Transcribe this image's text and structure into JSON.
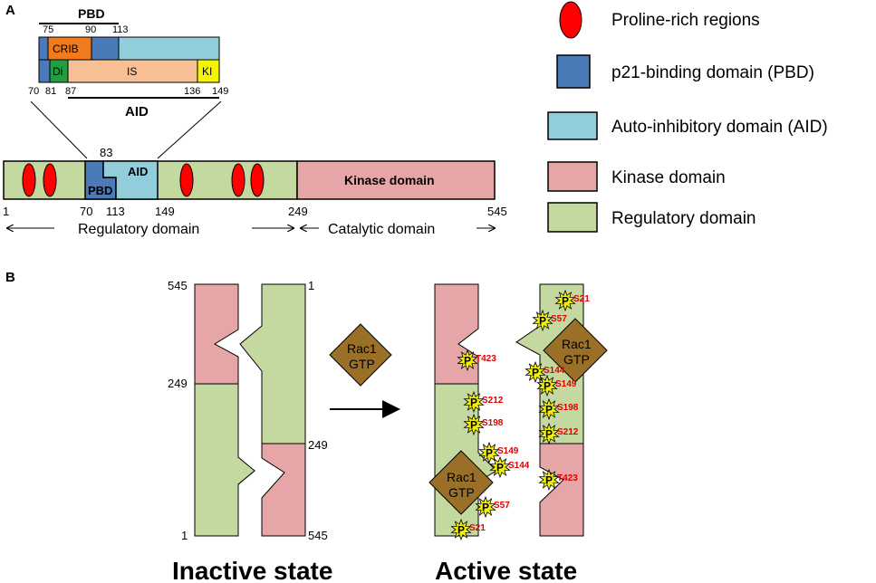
{
  "panels": {
    "a": "A",
    "b": "B"
  },
  "colors": {
    "proline": "#ff0000",
    "pbd": "#4a7ab8",
    "aid": "#92cddc",
    "kinase": "#e6a5a7",
    "regulatory": "#c4d9a0",
    "crib": "#f07a1c",
    "di": "#1f9f3f",
    "is": "#f9bf94",
    "ki": "#f5f500",
    "rac1": "#9a7028",
    "phospho": "#f2f200"
  },
  "detail": {
    "pbd_label": "PBD",
    "aid_label": "AID",
    "crib": "CRIB",
    "di": "Di",
    "is": "IS",
    "ki": "KI",
    "top_nums": [
      "75",
      "90",
      "113"
    ],
    "bottom_nums": [
      "70",
      "81",
      "87",
      "136",
      "149"
    ]
  },
  "bar": {
    "pbd": "PBD",
    "aid": "AID",
    "kinase": "Kinase domain",
    "num_83": "83",
    "nums": [
      "1",
      "70",
      "113",
      "149",
      "249",
      "545"
    ],
    "regulatory_domain": "Regulatory domain",
    "catalytic_domain": "Catalytic domain"
  },
  "legend": [
    {
      "label": "Proline-rich regions",
      "icon": "red-oval-icon"
    },
    {
      "label": "p21-binding domain (PBD)",
      "icon": "blue-square-icon"
    },
    {
      "label": "Auto-inhibitory domain (AID)",
      "icon": "light-blue-rect-icon"
    },
    {
      "label": "Kinase domain",
      "icon": "pink-rect-icon"
    },
    {
      "label": "Regulatory domain",
      "icon": "green-rect-icon"
    }
  ],
  "inactive": {
    "left_nums": [
      "545",
      "249",
      "1"
    ],
    "right_nums": [
      "1",
      "249",
      "545"
    ],
    "title": "Inactive state"
  },
  "rac1": {
    "line1": "Rac1",
    "line2": "GTP"
  },
  "active": {
    "title": "Active state",
    "p_label": "P",
    "left_sites": [
      "T423",
      "S212",
      "S198",
      "S149",
      "S144",
      "S57",
      "S21"
    ],
    "right_sites": [
      "S21",
      "S57",
      "S144",
      "S149",
      "S198",
      "S212",
      "T423"
    ]
  }
}
